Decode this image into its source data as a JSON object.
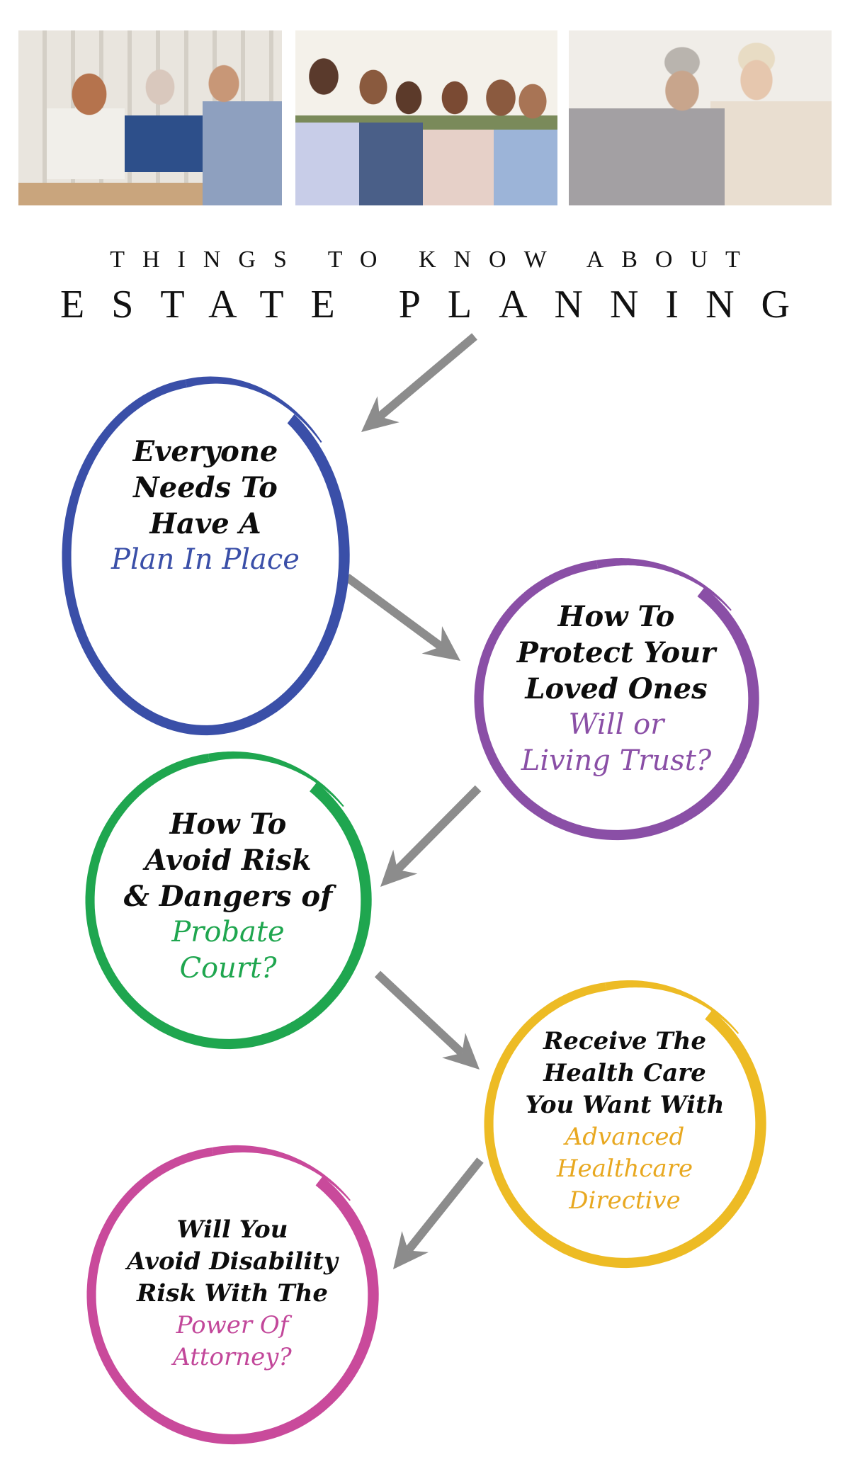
{
  "photos": [
    {
      "label": "Advisor reviewing documents with senior couple"
    },
    {
      "label": "Smiling multigenerational family outdoors"
    },
    {
      "label": "Senior couple signing a document"
    }
  ],
  "title": {
    "line1": "THINGS TO KNOW ABOUT",
    "line2": "ESTATE PLANNING"
  },
  "colors": {
    "arrow": "#8c8c8c",
    "text_dark": "#0d0d0d"
  },
  "steps": [
    {
      "id": "plan-in-place",
      "color": "#3a4fa8",
      "text_color": "#3a4fa8",
      "dark_lines": [
        "Everyone",
        "Needs To",
        "Have A"
      ],
      "accent_lines": [
        "Plan In Place"
      ]
    },
    {
      "id": "will-or-trust",
      "color": "#8a4fa6",
      "text_color": "#8a4fa6",
      "dark_lines": [
        "How To",
        "Protect Your",
        "Loved Ones"
      ],
      "accent_lines": [
        "Will or",
        "Living Trust?"
      ]
    },
    {
      "id": "probate-court",
      "color": "#1fa64f",
      "text_color": "#1fa64f",
      "dark_lines": [
        "How To",
        "Avoid Risk",
        "& Dangers of"
      ],
      "accent_lines": [
        "Probate",
        "Court?"
      ]
    },
    {
      "id": "healthcare-directive",
      "color": "#edbb24",
      "text_color": "#e8a820",
      "dark_lines": [
        "Receive The",
        "Health Care",
        "You Want With"
      ],
      "accent_lines": [
        "Advanced",
        "Healthcare",
        "Directive"
      ]
    },
    {
      "id": "power-of-attorney",
      "color": "#c94a9b",
      "text_color": "#c2479a",
      "dark_lines": [
        "Will You",
        "Avoid Disability",
        "Risk With The"
      ],
      "accent_lines": [
        "Power Of",
        "Attorney?"
      ]
    }
  ]
}
